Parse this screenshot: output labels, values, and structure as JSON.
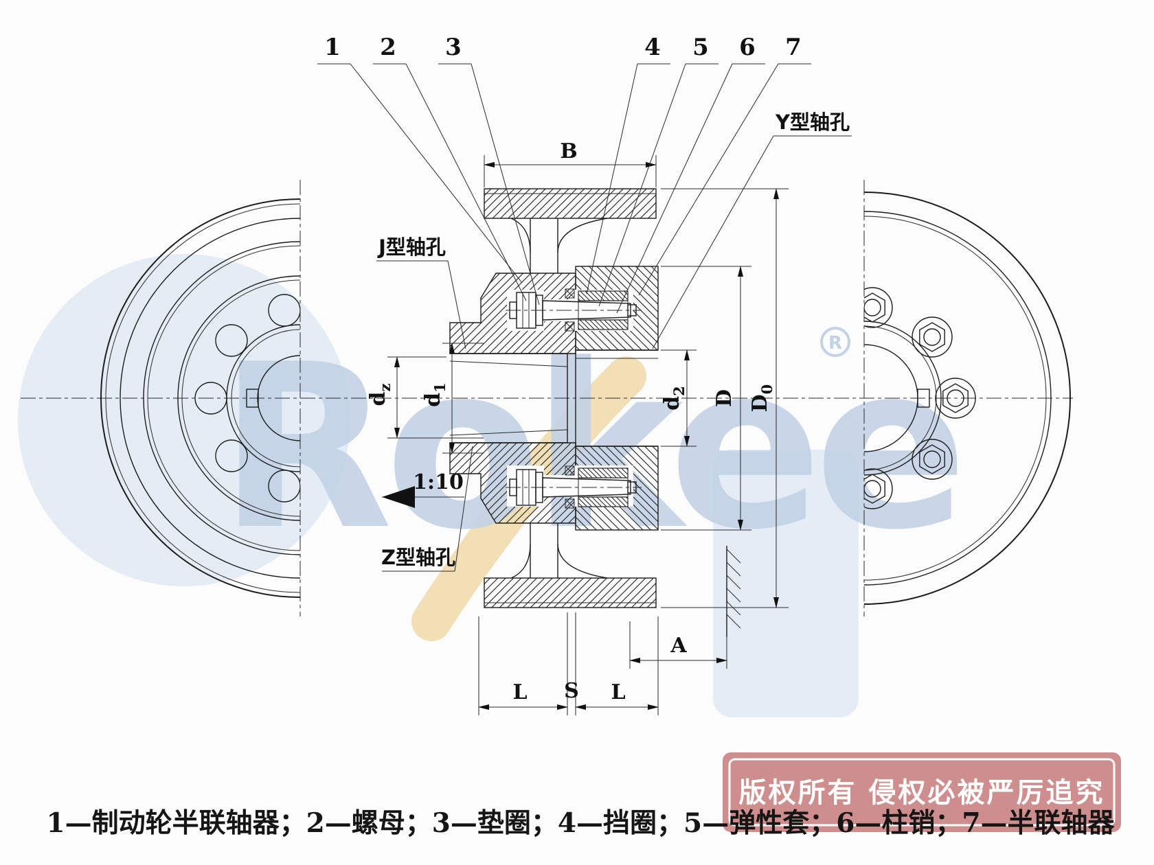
{
  "watermark": {
    "brand": "Rokee",
    "registered": "R",
    "blue": "#c3d2e6",
    "blob_blue": "#dde7f3",
    "yellow": "#f1dcae"
  },
  "stamp": {
    "text": "版权所有 侵权必被严厉追究",
    "bg": "#cc8686"
  },
  "caption": {
    "text": "1—制动轮半联轴器；2—螺母；3—垫圈；4—挡圈；5—弹性套；6—柱销；7—半联轴器"
  },
  "callouts": {
    "c1": "1",
    "c2": "2",
    "c3": "3",
    "c4": "4",
    "c5": "5",
    "c6": "6",
    "c7": "7"
  },
  "labels": {
    "y_hole": "Y型轴孔",
    "j_hole": "J型轴孔",
    "z_hole": "Z型轴孔",
    "taper": "1:10"
  },
  "dims": {
    "B": "B",
    "A": "A",
    "L1": "L",
    "S": "S",
    "L2": "L",
    "D": "D",
    "D0_main": "D",
    "D0_sub": "0",
    "d1_main": "d",
    "d1_sub": "1",
    "d2_main": "d",
    "d2_sub": "2",
    "dz_main": "d",
    "dz_sub": "z"
  }
}
